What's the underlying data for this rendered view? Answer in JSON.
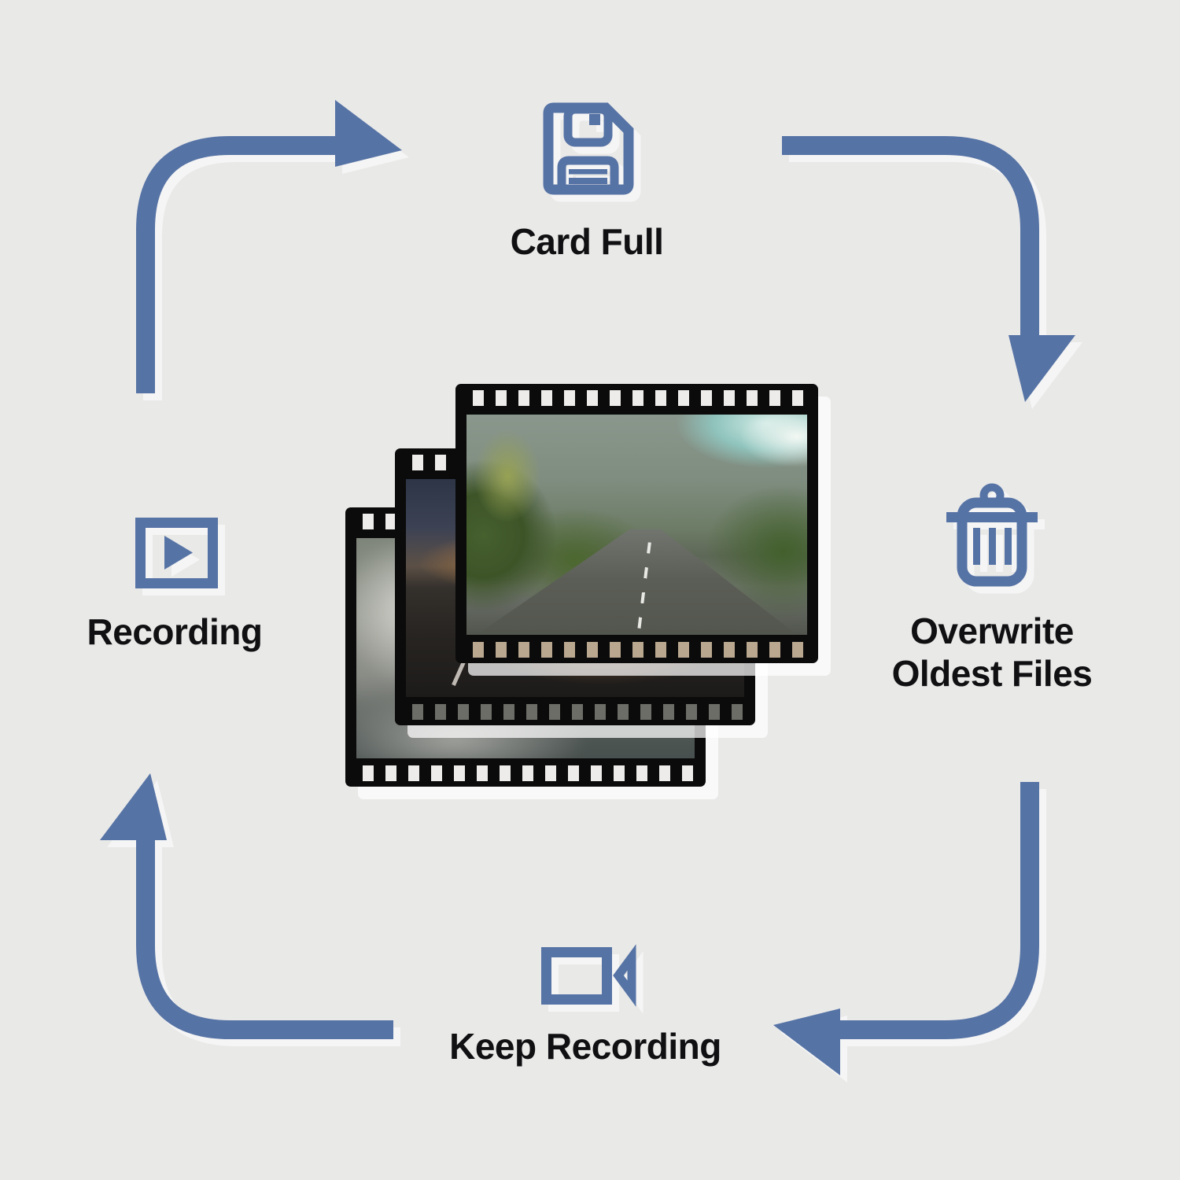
{
  "page": {
    "background": "#e9e9e8",
    "accent_blue": "#5673a5",
    "text_color": "#101012",
    "film_black": "#0b0b0b"
  },
  "diagram": {
    "type": "cycle",
    "direction": "clockwise",
    "steps": [
      {
        "id": "card-full",
        "label": "Card Full",
        "icon": "floppy-disk-icon",
        "position": "top"
      },
      {
        "id": "overwrite",
        "label": "Overwrite Oldest Files",
        "label_lines": [
          "Overwrite",
          "Oldest Files"
        ],
        "icon": "trash-icon",
        "position": "right"
      },
      {
        "id": "keep-recording",
        "label": "Keep Recording",
        "icon": "video-camera-icon",
        "position": "bottom"
      },
      {
        "id": "recording",
        "label": "Recording",
        "icon": "play-icon",
        "position": "left"
      }
    ],
    "arrows": [
      {
        "from": "recording",
        "to": "card-full",
        "corner": "top-left"
      },
      {
        "from": "card-full",
        "to": "overwrite",
        "corner": "top-right"
      },
      {
        "from": "overwrite",
        "to": "keep-recording",
        "corner": "bottom-right"
      },
      {
        "from": "keep-recording",
        "to": "recording",
        "corner": "bottom-left"
      }
    ],
    "center_image": {
      "description": "stack of three film-strip frames with road photos",
      "frames": [
        {
          "name": "back",
          "scene": "blurred roadside"
        },
        {
          "name": "middle",
          "scene": "road at dusk with dramatic clouds"
        },
        {
          "name": "front",
          "scene": "mountain road with green trees"
        }
      ]
    }
  }
}
